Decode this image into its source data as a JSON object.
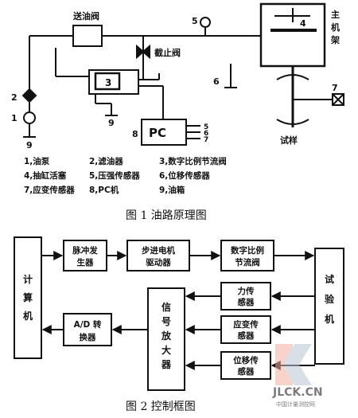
{
  "fig1": {
    "labels": {
      "valve_top": "送油阀",
      "stop_valve": "截止阀",
      "main_frame_1": "主",
      "main_frame_2": "机",
      "main_frame_3": "架",
      "pc": "PC",
      "n1": "1",
      "n2": "2",
      "n3": "3",
      "n4": "4",
      "n5": "5",
      "n6": "6",
      "n7": "7",
      "n8": "8",
      "n9a": "9",
      "n9b": "9",
      "pc_out_5": "5",
      "pc_out_6": "6",
      "pc_out_7": "7",
      "specimen": "试样"
    },
    "legend": [
      [
        "1,油泵",
        "2,滤油器",
        "3,数字比例节流阀"
      ],
      [
        "4,抽缸活塞",
        "5,压强传感器",
        "6,位移传感器"
      ],
      [
        "7,应变传感器",
        "8,PC机",
        "9,油箱"
      ]
    ],
    "caption": "图 1    油路原理图"
  },
  "fig2": {
    "computer": [
      "计",
      "算",
      "机"
    ],
    "pulse": [
      "脉冲发",
      "生器"
    ],
    "stepper": [
      "步进电机",
      "驱动器"
    ],
    "valve": [
      "数字比例",
      "节流阀"
    ],
    "test": [
      "试",
      "验",
      "机"
    ],
    "adc": [
      "A/D 转",
      "换器"
    ],
    "amp": [
      "信",
      "号",
      "放",
      "大",
      "器"
    ],
    "force": [
      "力传",
      "感器"
    ],
    "strain": [
      "应变传",
      "感器"
    ],
    "disp": [
      "位移传",
      "感器"
    ],
    "caption": "图 2    控制框图"
  },
  "watermark": {
    "brand": "JLCK.CN",
    "sub": "中国计量测控网"
  }
}
